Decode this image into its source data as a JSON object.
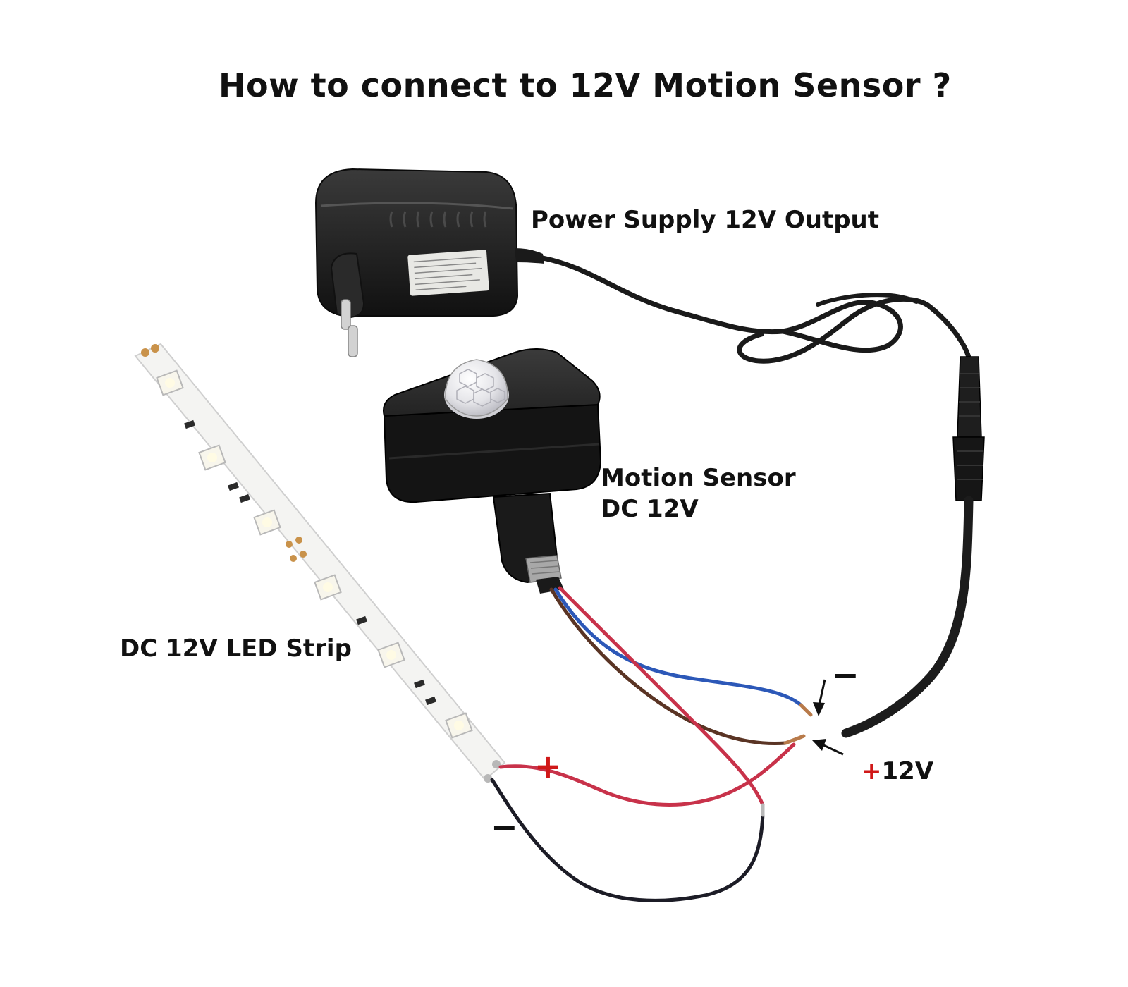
{
  "title": "How to connect to 12V Motion Sensor ?",
  "labels": {
    "power_supply": "Power Supply 12V Output",
    "motion_sensor_line1": "Motion Sensor",
    "motion_sensor_line2": "DC 12V",
    "led_strip": "DC 12V LED Strip",
    "plus_12v_sign": "+",
    "plus_12v_text": "12V",
    "minus_supply": "−",
    "plus_strip": "+",
    "minus_strip": "−"
  },
  "colors": {
    "wire_red": "#c8324a",
    "wire_blue": "#2c58b8",
    "wire_brown": "#5a3424",
    "wire_black": "#1c1c26",
    "device_black": "#1e1e1e",
    "strip_white": "#f4f4f2",
    "plus_red": "#d01818"
  }
}
